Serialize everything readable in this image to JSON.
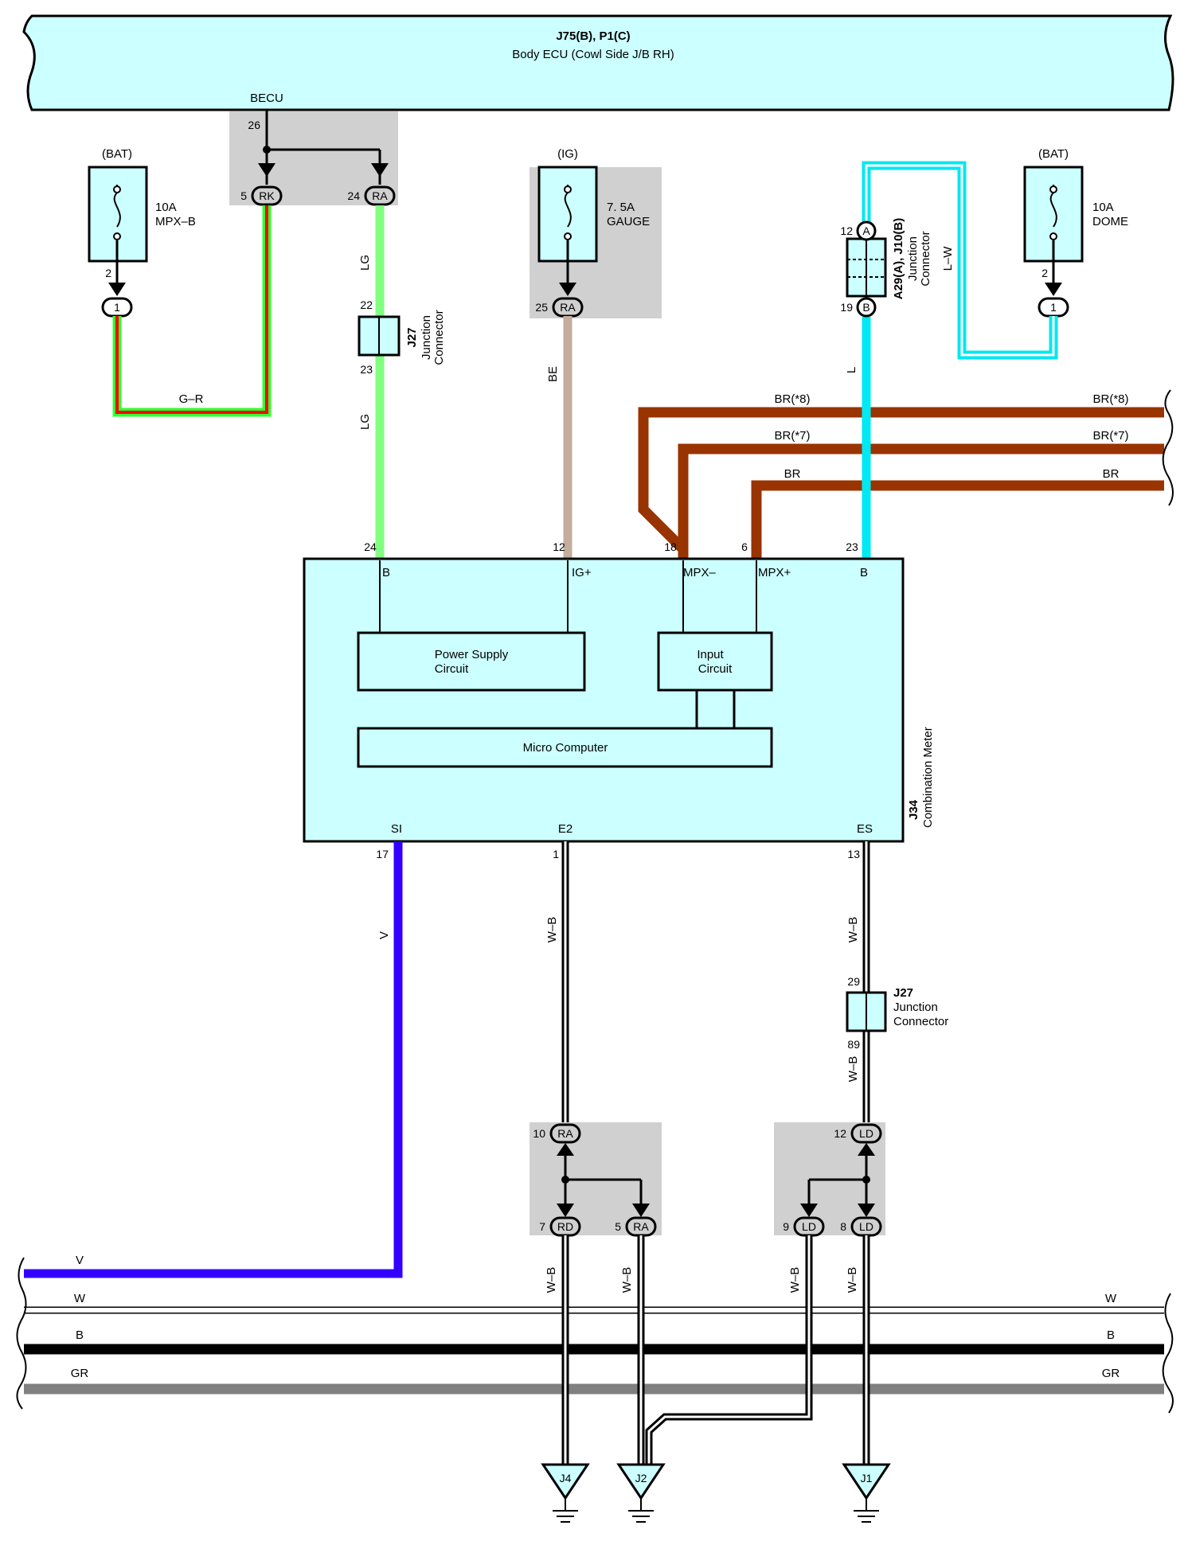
{
  "ecu": {
    "code": "J75(B), P1(C)",
    "name": "Body ECU (Cowl Side J/B RH)",
    "pin_label": "BECU",
    "pin": "26"
  },
  "fuses": [
    {
      "source": "(BAT)",
      "rating": "10A",
      "name": "MPX–B",
      "out_pin": "2",
      "conn_pin": "1"
    },
    {
      "source": "(IG)",
      "rating": "7. 5A",
      "name": "GAUGE",
      "out_pin": "25",
      "conn": "RA"
    },
    {
      "source": "(BAT)",
      "rating": "10A",
      "name": "DOME",
      "out_pin": "2",
      "conn_pin": "1"
    }
  ],
  "jb_top": {
    "pin_rk": "5",
    "conn_rk": "RK",
    "pin_ra": "24",
    "conn_ra": "RA"
  },
  "junctions": {
    "j27_top": {
      "code": "J27",
      "label1": "Junction",
      "label2": "Connector",
      "pin_in": "22",
      "pin_out": "23"
    },
    "a29": {
      "code": "A29(A), J10(B)",
      "label1": "Junction",
      "label2": "Connector",
      "pin_a": "12",
      "conn_a": "A",
      "pin_b": "19",
      "conn_b": "B"
    },
    "j27_bottom": {
      "code": "J27",
      "label1": "Junction",
      "label2": "Connector",
      "pin_in": "29",
      "pin_out": "89"
    }
  },
  "wires": {
    "g_r": "G–R",
    "lg": "LG",
    "be": "BE",
    "l": "L",
    "l_w": "L–W",
    "br8": "BR(*8)",
    "br7": "BR(*7)",
    "br": "BR",
    "v": "V",
    "w_b": "W–B",
    "w": "W",
    "b": "B",
    "gr": "GR"
  },
  "meter": {
    "code": "J34",
    "name": "Combination Meter",
    "top_pins": [
      {
        "num": "24",
        "label": "B"
      },
      {
        "num": "12",
        "label": "IG+"
      },
      {
        "num": "18",
        "label": "MPX–"
      },
      {
        "num": "6",
        "label": "MPX+"
      },
      {
        "num": "23",
        "label": "B"
      }
    ],
    "bottom_pins": [
      {
        "num": "17",
        "label": "SI"
      },
      {
        "num": "1",
        "label": "E2"
      },
      {
        "num": "13",
        "label": "ES"
      }
    ],
    "power_supply": [
      "Power Supply",
      "Circuit"
    ],
    "input_circuit": [
      "Input",
      "Circuit"
    ],
    "micro": "Micro Computer"
  },
  "jb_bottom_left": {
    "pin_in": "10",
    "conn_in": "RA",
    "pin_a": "7",
    "conn_a": "RD",
    "pin_b": "5",
    "conn_b": "RA"
  },
  "jb_bottom_right": {
    "pin_in": "12",
    "conn_in": "LD",
    "pin_a": "9",
    "conn_a": "LD",
    "pin_b": "8",
    "conn_b": "LD"
  },
  "grounds": [
    "J4",
    "J2",
    "J1"
  ],
  "colors": {
    "box": "#ccffff",
    "lg": "#80ff80",
    "be": "#c4ad9d",
    "l": "#00e8f2",
    "br": "#993300",
    "v": "#3300ff",
    "b": "#000000",
    "gr": "#808080",
    "g": "#33ff33",
    "r": "#ff0000"
  }
}
